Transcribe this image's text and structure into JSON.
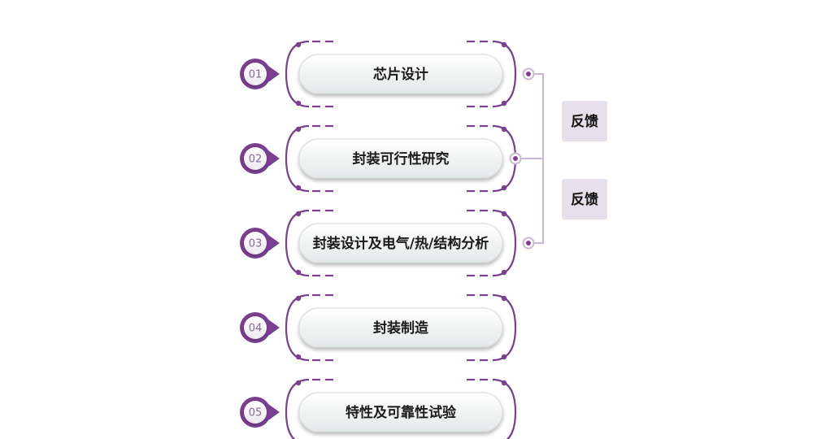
{
  "steps": [
    {
      "number": "01",
      "label": "芯片设计"
    },
    {
      "number": "02",
      "label": "封装可行性研究"
    },
    {
      "number": "03",
      "label": "封装设计及电气/热/结构分析"
    },
    {
      "number": "04",
      "label": "封装制造"
    },
    {
      "number": "05",
      "label": "特性及可靠性试验"
    }
  ],
  "feedback": [
    {
      "label": "反馈"
    },
    {
      "label": "反馈"
    }
  ],
  "colors": {
    "accent": "#7a3f8f",
    "accent_light": "#c9b6d3",
    "feedback_bg": "#e6e0ec",
    "pill_bg": "#f3f5f5"
  }
}
